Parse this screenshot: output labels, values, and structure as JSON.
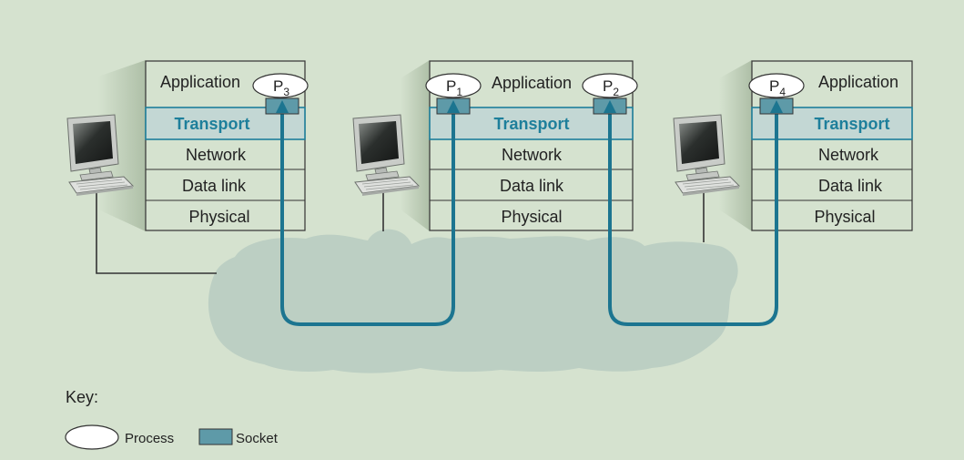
{
  "layers": {
    "application": "Application",
    "transport": "Transport",
    "network": "Network",
    "data_link": "Data link",
    "physical": "Physical"
  },
  "processes": {
    "p1": {
      "letter": "P",
      "sub": "1"
    },
    "p2": {
      "letter": "P",
      "sub": "2"
    },
    "p3": {
      "letter": "P",
      "sub": "3"
    },
    "p4": {
      "letter": "P",
      "sub": "4"
    }
  },
  "key": {
    "title": "Key:",
    "process_label": "Process",
    "socket_label": "Socket"
  },
  "colors": {
    "background": "#d5e2cf",
    "cloud": "#bccfc3",
    "transport_fill": "#c3d7d4",
    "transport_text": "#1e7f9b",
    "connection": "#1c7590",
    "socket_fill": "#5e9aa8",
    "stack_border": "#333333",
    "stack_shadow": "#b5c4ad"
  },
  "icons": {
    "host": "desktop-computer-icon",
    "process": "process-ellipse-icon",
    "socket": "socket-rect-icon"
  }
}
